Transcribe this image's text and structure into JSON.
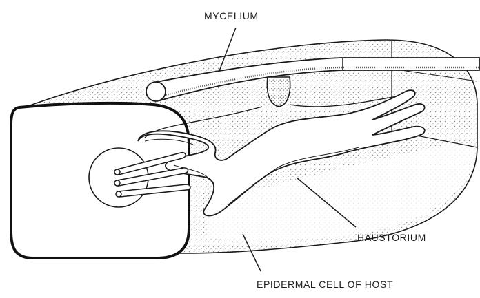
{
  "labels": {
    "mycelium": "MYCELIUM",
    "haustorium": "HAUSTORIUM",
    "epidermal_cell": "EPIDERMAL CELL OF HOST"
  },
  "colors": {
    "ink": "#1a1a1a",
    "paper": "#ffffff",
    "stipple": "#8a8a8a"
  }
}
